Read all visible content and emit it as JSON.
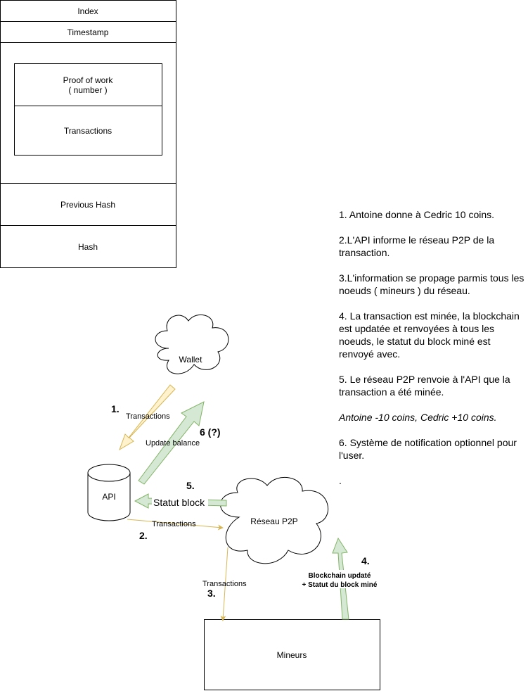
{
  "block_structure": {
    "index": "Index",
    "timestamp": "Timestamp",
    "proof_of_work": "Proof of work",
    "proof_of_work_sub": "( number )",
    "transactions": "Transactions",
    "previous_hash": "Previous Hash",
    "hash": "Hash"
  },
  "flow": {
    "wallet": "Wallet",
    "api": "API",
    "p2p": "Réseau P2P",
    "miners": "Mineurs",
    "arrow1_label": "Transactions",
    "arrow1_num": "1.",
    "arrow2_label": "Transactions",
    "arrow2_num": "2.",
    "arrow3_label": "Transactions",
    "arrow3_num": "3.",
    "arrow4_label_line1": "Blockchain updaté",
    "arrow4_label_line2": "+ Statut du block miné",
    "arrow4_num": "4.",
    "arrow5_label": "Statut block",
    "arrow5_num": "5.",
    "arrow6_label": "Update balance",
    "arrow6_num": "6 (?)"
  },
  "steps": [
    "1. Antoine donne à Cedric 10 coins.",
    "2.L'API informe le réseau P2P de la transaction.",
    "3.L'information se propage parmis tous les noeuds ( mineurs ) du réseau.",
    "4. La transaction est minée, la blockchain est updatée et renvoyées à tous les noeuds, le statut du block miné est renvoyé avec.",
    "5. Le réseau P2P renvoie à l'API que la transaction a été minée.",
    "Antoine -10 coins, Cedric +10 coins.",
    "6. Système de notification optionnel pour l'user.",
    "."
  ],
  "colors": {
    "stroke": "#000000",
    "yellow_fill": "#fff2cc",
    "yellow_stroke": "#d6b656",
    "green_fill": "#d5e8d4",
    "green_stroke": "#82b366",
    "thin_arrow": "#d6b656"
  }
}
